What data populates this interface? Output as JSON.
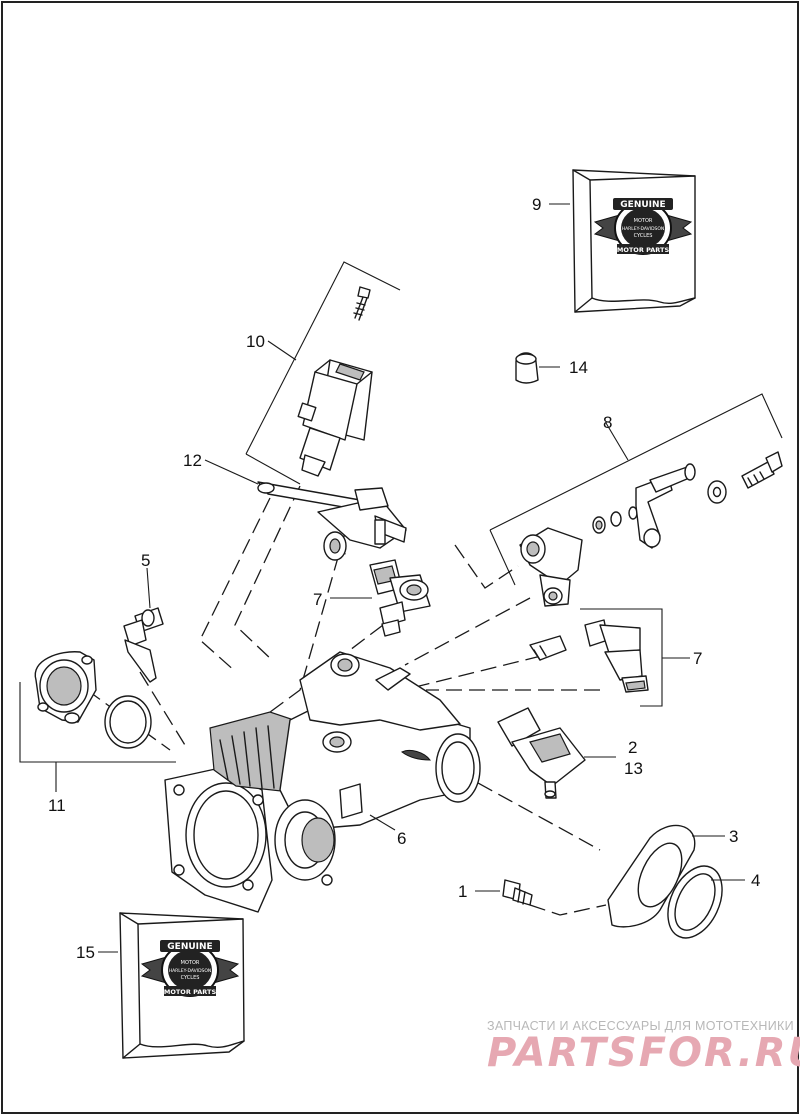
{
  "callouts": {
    "c1": "1",
    "c2": "2",
    "c3": "3",
    "c4": "4",
    "c5": "5",
    "c6": "6",
    "c7a": "7",
    "c7b": "7",
    "c8": "8",
    "c9": "9",
    "c10": "10",
    "c11": "11",
    "c12": "12",
    "c13": "13",
    "c14": "14",
    "c15": "15"
  },
  "logo": {
    "genuine": "GENUINE",
    "motor": "MOTOR",
    "hd": "HARLEY-DAVIDSON",
    "cycles": "CYCLES",
    "motor_parts": "MOTOR PARTS"
  },
  "watermark": {
    "tagline": "ЗАПЧАСТИ И АКСЕССУАРЫ ДЛЯ МОТОТЕХНИКИ",
    "brand": "PARTSFOR.RU"
  }
}
